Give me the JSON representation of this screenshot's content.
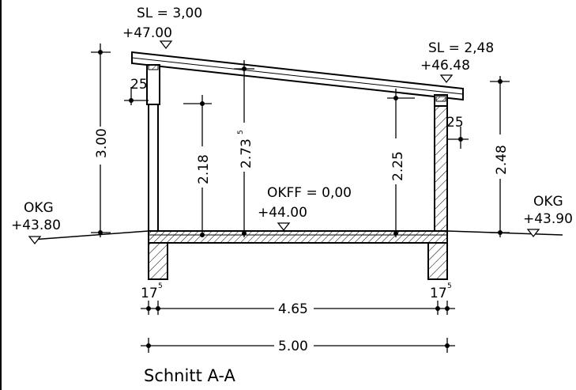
{
  "title": "Schnitt A-A",
  "levels": {
    "sl_left": "SL = 3,00",
    "sl_left_elev": "+47.00",
    "sl_right": "SL = 2,48",
    "sl_right_elev": "+46.48",
    "okff": "OKFF = 0,00",
    "okff_elev": "+44.00",
    "okg_left": "OKG",
    "okg_left_elev": "+43.80",
    "okg_right": "OKG",
    "okg_right_elev": "+43.90"
  },
  "dimensions": {
    "height_left": "3.00",
    "height_left_inner": "2.18",
    "height_mid": "2.73",
    "height_mid_sup": "5",
    "height_right_inner": "2.25",
    "height_right": "2.48",
    "beam_left": "25",
    "beam_right": "25",
    "wall_left": "17",
    "wall_left_sup": "5",
    "wall_right": "17",
    "wall_right_sup": "5",
    "inner_width": "4.65",
    "outer_width": "5.00"
  }
}
